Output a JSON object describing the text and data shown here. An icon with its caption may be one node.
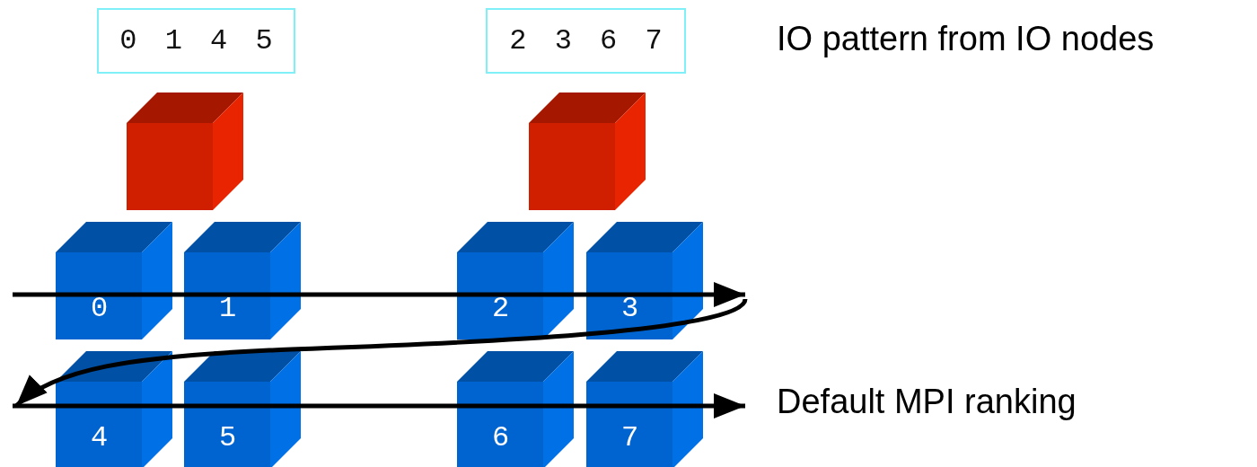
{
  "diagram": {
    "nodes": [
      {
        "text": [
          "0 1 4 5"
        ]
      },
      {
        "text": [
          "2 3 6 7"
        ]
      },
      {
        "text": [],
        "shape": "cube"
      },
      {
        "text": [],
        "shape": "cube"
      },
      {
        "text": [
          "0"
        ]
      },
      {
        "text": [
          "1"
        ]
      },
      {
        "text": [
          "2"
        ]
      },
      {
        "text": [
          "3"
        ]
      },
      {
        "text": [
          "4"
        ]
      },
      {
        "text": [
          "5"
        ]
      },
      {
        "text": [
          "6"
        ]
      },
      {
        "text": [
          "7"
        ]
      }
    ],
    "labels": [
      "IO pattern from IO nodes",
      "Default MPI ranking"
    ]
  }
}
